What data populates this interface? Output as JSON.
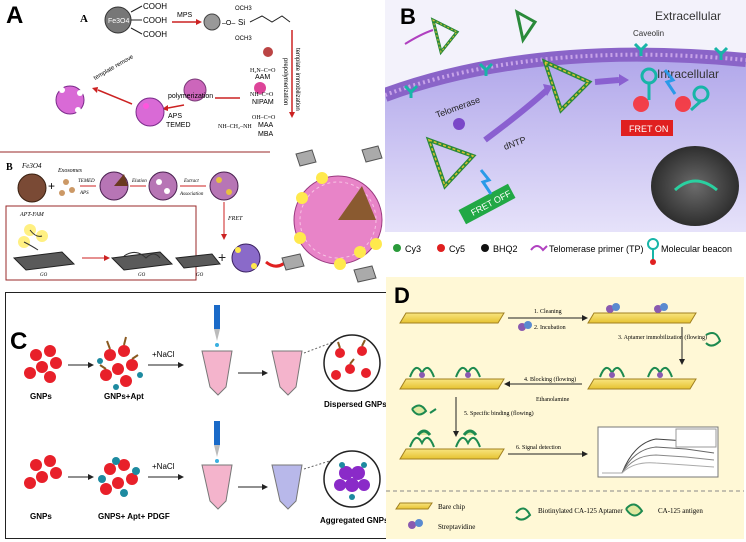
{
  "panel_a": {
    "letter": "A",
    "sub_letter": "A",
    "sub_letter_b": "B",
    "core_label": "Fe3O4",
    "cooh": [
      "COOH",
      "COOH",
      "COOH"
    ],
    "och3_top": "OCH3",
    "och3_bottom": "OCH3",
    "si": "Si",
    "mps": "MPS",
    "template_immobilization": "template immobilization",
    "prepolymerization": "prepolymerization",
    "template_remove": "template remove",
    "polymerization": "polymerization",
    "aps": "APS",
    "temed": "TEMED",
    "monomers": [
      "AAM",
      "NIPAM",
      "MAA",
      "MBA"
    ],
    "row_b": {
      "fe3o4": "Fe3O4",
      "exosomes": "Exosomes",
      "temed": "TEMED",
      "aps": "APS",
      "elution": "Elution",
      "extract": "Extract",
      "association": "Association",
      "fret": "FRET",
      "apt_fam": "APT-FAM",
      "go": "GO",
      "go2": "GO",
      "go3": "GO"
    }
  },
  "panel_b": {
    "letter": "B",
    "extracellular": "Extracellular",
    "intracellular": "Intracellular",
    "caveolin": "Caveolin",
    "telomerase": "Telomerase",
    "dntp": "dNTP",
    "fret_off": "FRET OFF",
    "fret_on": "FRET ON",
    "legend": [
      "Cy3",
      "Cy5",
      "BHQ2",
      "Telomerase primer (TP)",
      "Molecular beacon"
    ]
  },
  "panel_c": {
    "letter": "C",
    "gnps_top": "GNPs",
    "gnps_apt": "GNPs+Apt",
    "nacl_top": "+NaCl",
    "dispersed": "Dispersed GNPs",
    "gnps_bottom": "GNPs",
    "gnps_apt_pdgf": "GNPS+ Apt+ PDGF",
    "nacl_bottom": "+NaCl",
    "aggregated": "Aggregated GNPs"
  },
  "panel_d": {
    "letter": "D",
    "steps": [
      "1. Cleaning",
      "2. Incubation",
      "3. Aptamer immobilization (flowing)",
      "4. Blocking (flowing)",
      "Ethanolamine",
      "5. Specific binding (flowing)",
      "6. Signal detection"
    ],
    "legend": [
      "Bare chip",
      "Streptavidine",
      "Biotinylated CA-125 Aptamer",
      "CA-125 antigen"
    ]
  },
  "colors": {
    "panel_b_bg_top": "#3a2f8c",
    "panel_b_bg_bottom": "#c9c4f0",
    "membrane": "#9a7cc9",
    "gnp_red": "#e8202a",
    "chip_yellow": "#f2d34a",
    "fret_off_green": "#21a845",
    "fret_on_red": "#e02020",
    "panel_d_bg": "#fff8d6"
  }
}
